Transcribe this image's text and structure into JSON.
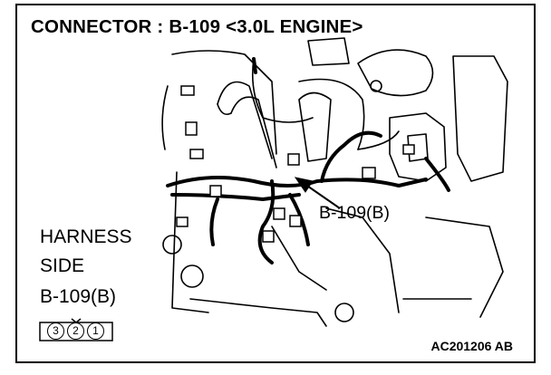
{
  "title": "CONNECTOR : B-109 <3.0L ENGINE>",
  "callout_label": "B-109(B)",
  "harness": {
    "line1": "HARNESS",
    "line2": "SIDE",
    "connector": "B-109(B)"
  },
  "connector_pins": [
    "3",
    "2",
    "1"
  ],
  "figure_code": "AC201206 AB"
}
